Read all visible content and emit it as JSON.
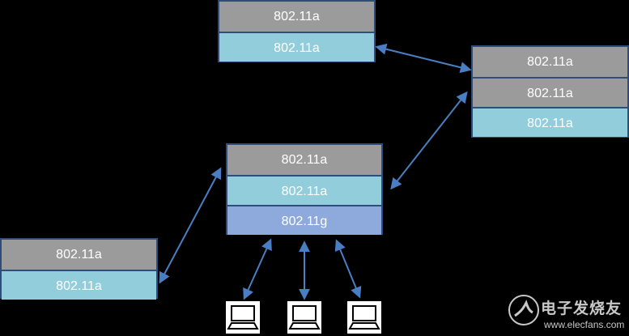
{
  "colors": {
    "gray": "#9b9b9b",
    "cyan": "#92cddc",
    "blue": "#8eaadc",
    "arrow": "#4a7ec4"
  },
  "nodes": {
    "top": {
      "layers": [
        "802.11a",
        "802.11a"
      ]
    },
    "right": {
      "layers": [
        "802.11a",
        "802.11a",
        "802.11a"
      ]
    },
    "center": {
      "layers": [
        "802.11a",
        "802.11a",
        "802.11g"
      ]
    },
    "left": {
      "layers": [
        "802.11a",
        "802.11a"
      ]
    }
  },
  "clients": {
    "icon": "laptop-icon"
  },
  "watermark": {
    "logo": "elecfans-logo-icon",
    "name": "电子发烧友",
    "url": "www.elecfans.com"
  }
}
